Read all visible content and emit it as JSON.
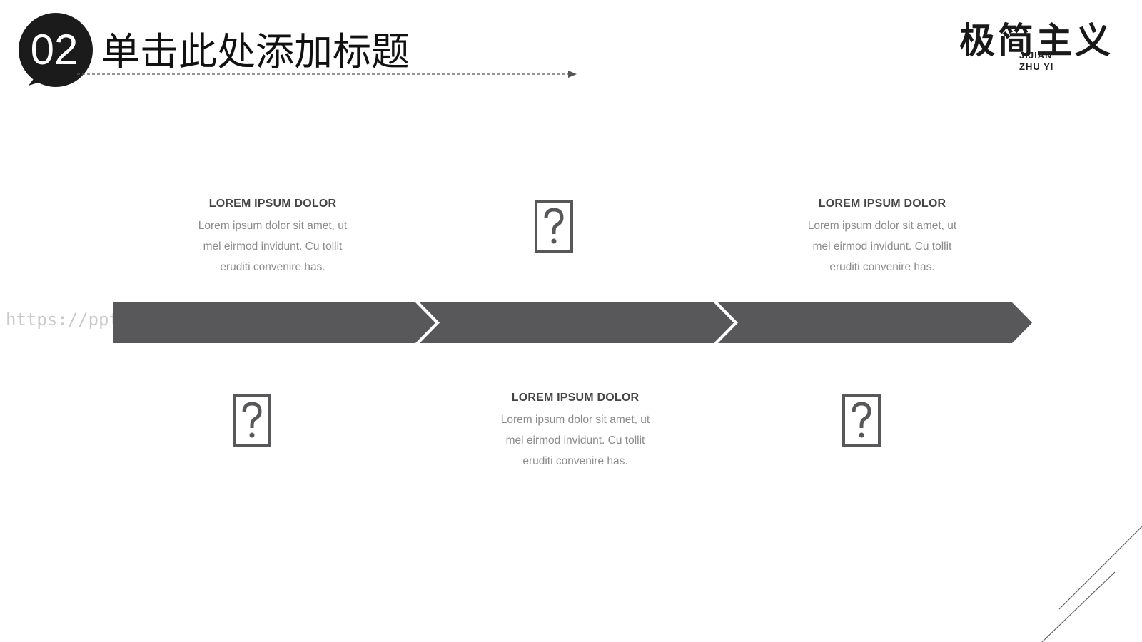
{
  "header": {
    "section_number": "02",
    "title": "单击此处添加标题"
  },
  "logo": {
    "main_text": "极简主义",
    "sub_line_1": "JIJIAN",
    "sub_line_2": "ZHU YI"
  },
  "watermark": "https://ppt.",
  "blocks": [
    {
      "title": "LOREM IPSUM DOLOR",
      "lines": [
        "Lorem ipsum dolor sit amet, ut",
        "mel eirmod invidunt. Cu tollit",
        "eruditi convenire has."
      ]
    },
    {
      "title": "LOREM IPSUM DOLOR",
      "lines": [
        "Lorem ipsum dolor sit amet, ut",
        "mel eirmod invidunt. Cu tollit",
        "eruditi convenire has."
      ]
    },
    {
      "title": "LOREM IPSUM DOLOR",
      "lines": [
        "Lorem ipsum dolor sit amet, ut",
        "mel eirmod invidunt. Cu tollit",
        "eruditi convenire has."
      ]
    }
  ],
  "icons": [
    "missing-image-icon",
    "missing-image-icon",
    "missing-image-icon"
  ],
  "colors": {
    "arrow": "#58585a",
    "badge": "#1b1b1b",
    "title_text": "#111111",
    "body_text": "#8b8b8b",
    "heading_text": "#444444"
  }
}
